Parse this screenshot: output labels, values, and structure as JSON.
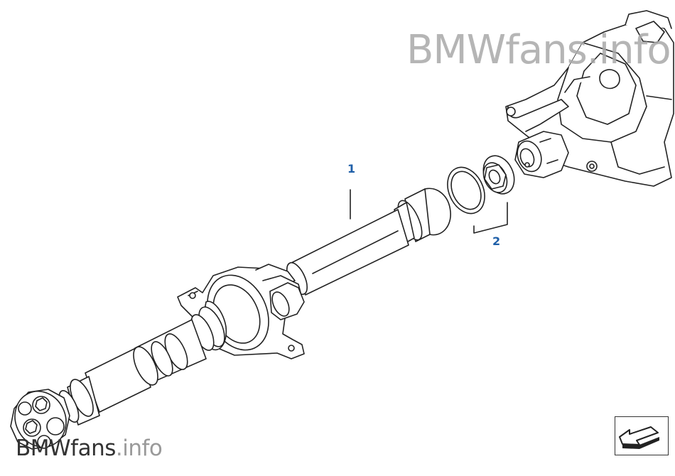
{
  "watermark_top": "BMWfans.info",
  "watermark_bottom": {
    "brand": "BMWfans",
    "suffix": ".info"
  },
  "callouts": [
    {
      "label": "1"
    },
    {
      "label": "2"
    }
  ],
  "nav": {
    "icon": "return-arrow-icon"
  }
}
